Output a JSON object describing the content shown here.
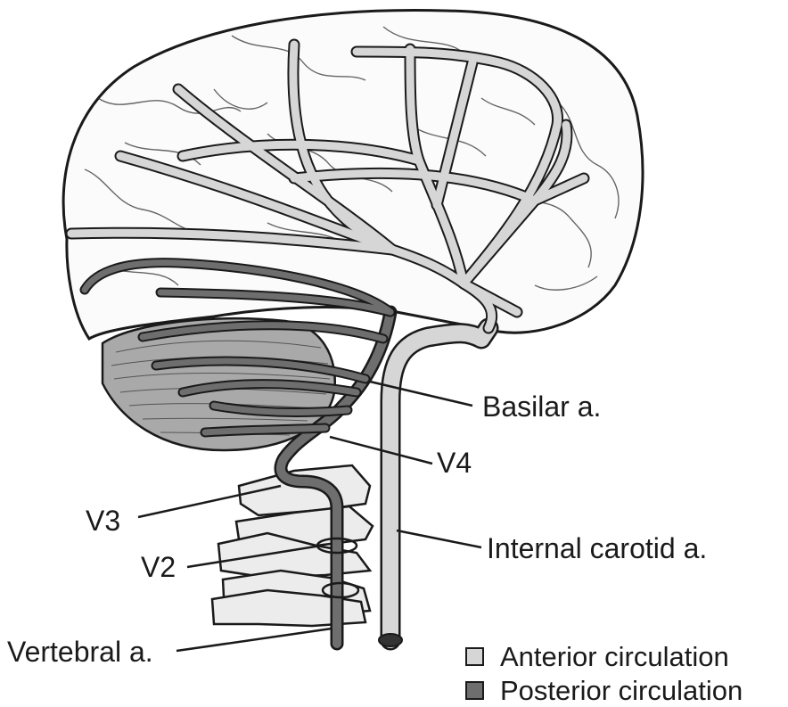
{
  "labels": {
    "basilar": "Basilar a.",
    "v4": "V4",
    "v3": "V3",
    "v2": "V2",
    "internal_carotid": "Internal carotid a.",
    "vertebral": "Vertebral a."
  },
  "legend": [
    {
      "label": "Anterior circulation",
      "color": "#d6d6d6"
    },
    {
      "label": "Posterior circulation",
      "color": "#6e6e6e"
    }
  ],
  "colors": {
    "anterior": "#d6d6d6",
    "posterior": "#6e6e6e",
    "cerebellum": "#a9a9a9",
    "vertebrae": "#ececec",
    "outline": "#1a1a1a"
  }
}
